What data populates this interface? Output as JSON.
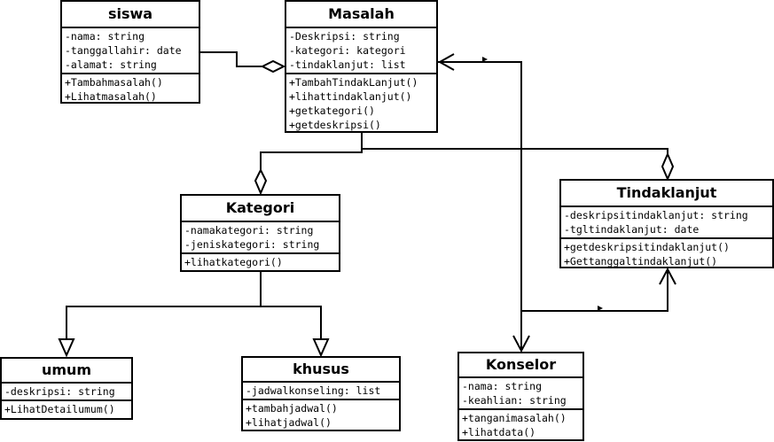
{
  "classes": {
    "siswa": {
      "name": "siswa",
      "attributes": [
        "-nama: string",
        "-tanggallahir: date",
        "-alamat: string"
      ],
      "methods": [
        "+Tambahmasalah()",
        "+Lihatmasalah()"
      ]
    },
    "masalah": {
      "name": "Masalah",
      "attributes": [
        "-Deskripsi: string",
        "-kategori: kategori",
        "-tindaklanjut: list"
      ],
      "methods": [
        "+TambahTindakLanjut()",
        "+lihattindaklanjut()",
        "+getkategori()",
        "+getdeskripsi()"
      ]
    },
    "kategori": {
      "name": "Kategori",
      "attributes": [
        "-namakategori: string",
        "-jeniskategori: string"
      ],
      "methods": [
        "+lihatkategori()"
      ]
    },
    "tindaklanjut": {
      "name": "Tindaklanjut",
      "attributes": [
        "-deskripsitindaklanjut: string",
        "-tgltindaklanjut: date"
      ],
      "methods": [
        "+getdeskripsitindaklanjut()",
        "+Gettanggaltindaklanjut()"
      ]
    },
    "umum": {
      "name": "umum",
      "attributes": [
        "-deskripsi: string"
      ],
      "methods": [
        "+LihatDetailumum()"
      ]
    },
    "khusus": {
      "name": "khusus",
      "attributes": [
        "-jadwalkonseling: list"
      ],
      "methods": [
        "+tambahjadwal()",
        "+lihatjadwal()"
      ]
    },
    "konselor": {
      "name": "Konselor",
      "attributes": [
        "-nama: string",
        "-keahlian: string"
      ],
      "methods": [
        "+tanganimasalah()",
        "+lihatdata()"
      ]
    }
  }
}
